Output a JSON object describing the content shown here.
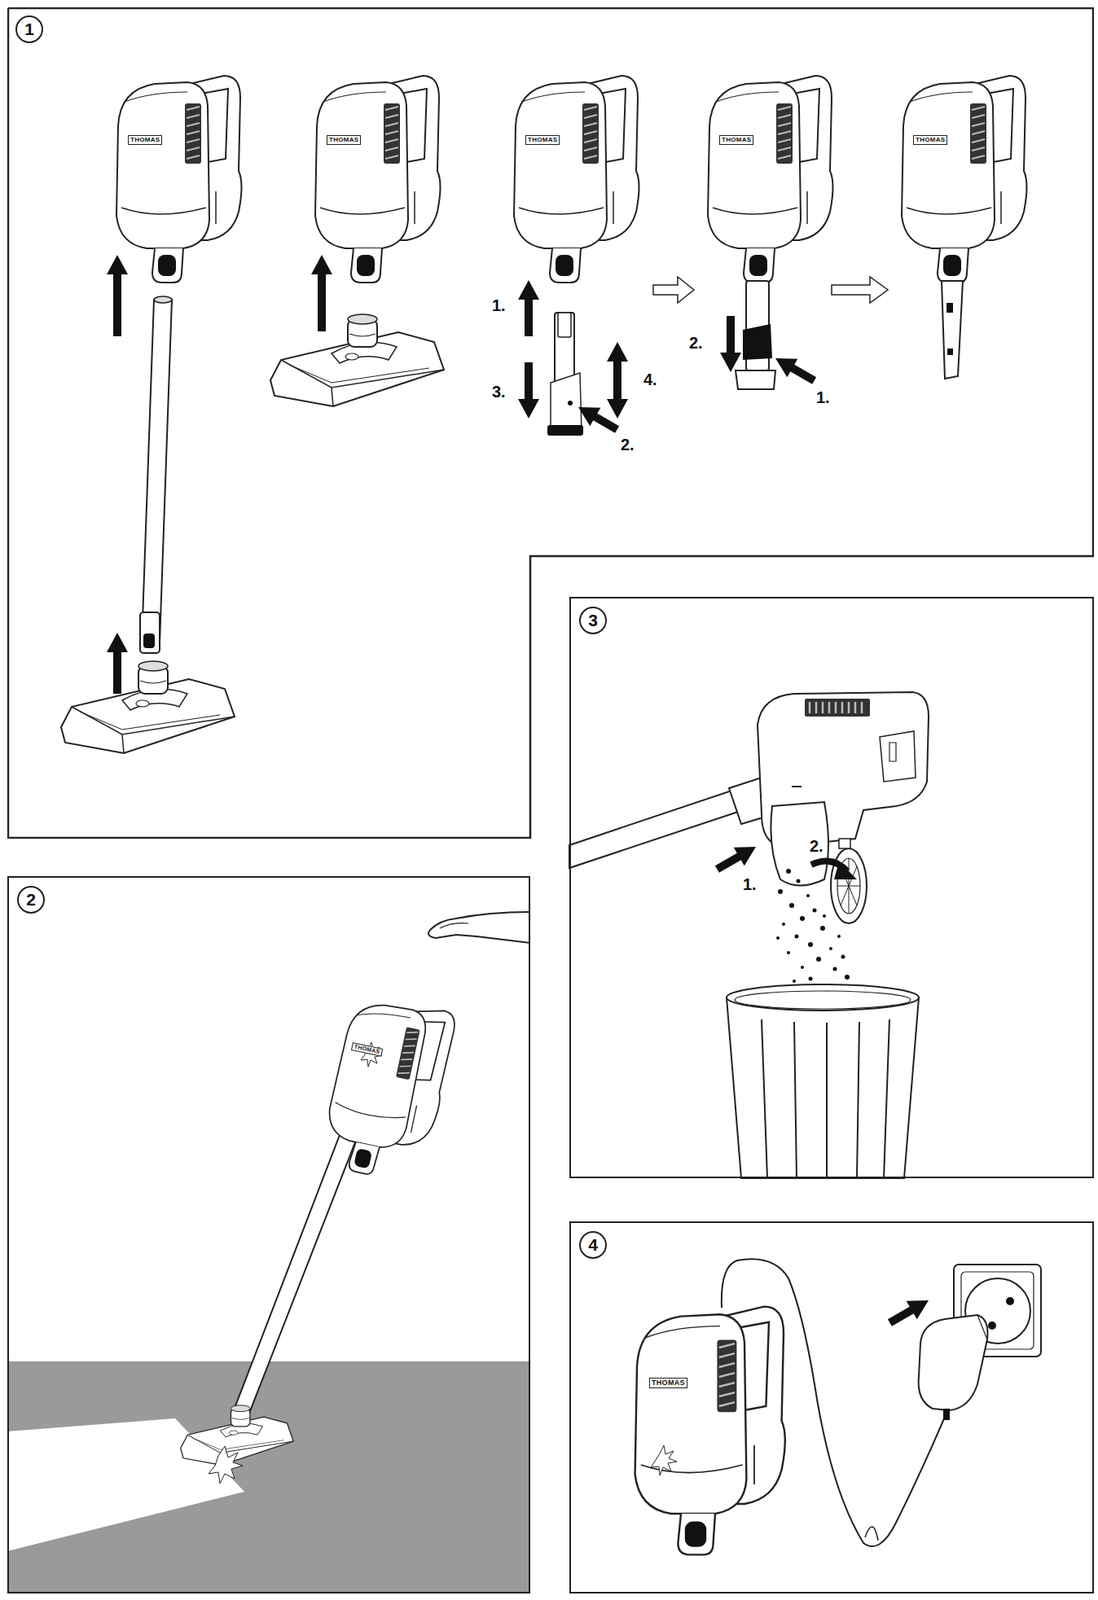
{
  "diagram": {
    "nodes": [
      {
        "text": [
          "1"
        ]
      },
      {
        "text": [
          "2"
        ]
      },
      {
        "text": [
          "3"
        ]
      },
      {
        "text": [
          "4"
        ]
      }
    ],
    "labels": [
      "THOMAS",
      "THOMAS",
      "THOMAS",
      "THOMAS",
      "THOMAS",
      "1.",
      "3.",
      "4.",
      "2.",
      "2.",
      "1.",
      "THOMAS",
      "1.",
      "2.",
      "THOMAS"
    ]
  }
}
